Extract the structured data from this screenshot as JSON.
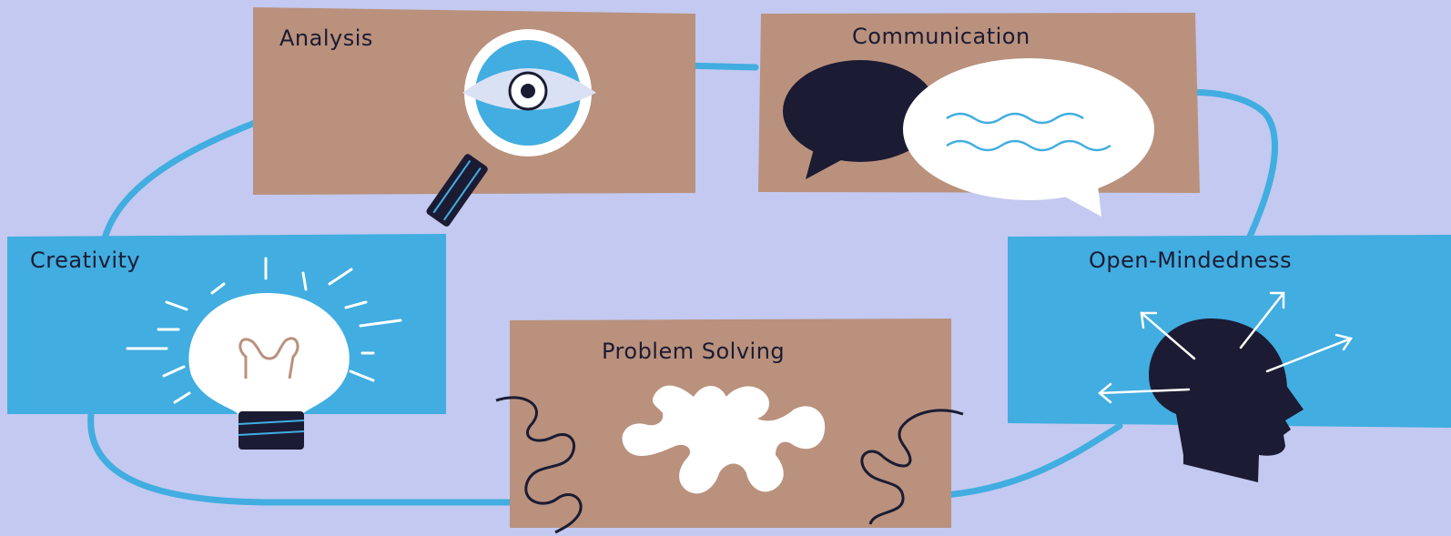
{
  "colors": {
    "background": "#c3c9f0",
    "tan_card": "#b9917d",
    "blue_card": "#41ade0",
    "loop_line": "#41ade0",
    "dark": "#1b1b33",
    "white": "#ffffff"
  },
  "cards": {
    "analysis": {
      "label": "Analysis",
      "icon": "magnifier-eye-icon"
    },
    "communication": {
      "label": "Communication",
      "icon": "speech-bubbles-icon"
    },
    "creativity": {
      "label": "Creativity",
      "icon": "lightbulb-icon"
    },
    "open_mindedness": {
      "label": "Open-Mindedness",
      "icon": "head-arrows-icon"
    },
    "problem_solving": {
      "label": "Problem Solving",
      "icon": "puzzle-piece-icon"
    }
  }
}
